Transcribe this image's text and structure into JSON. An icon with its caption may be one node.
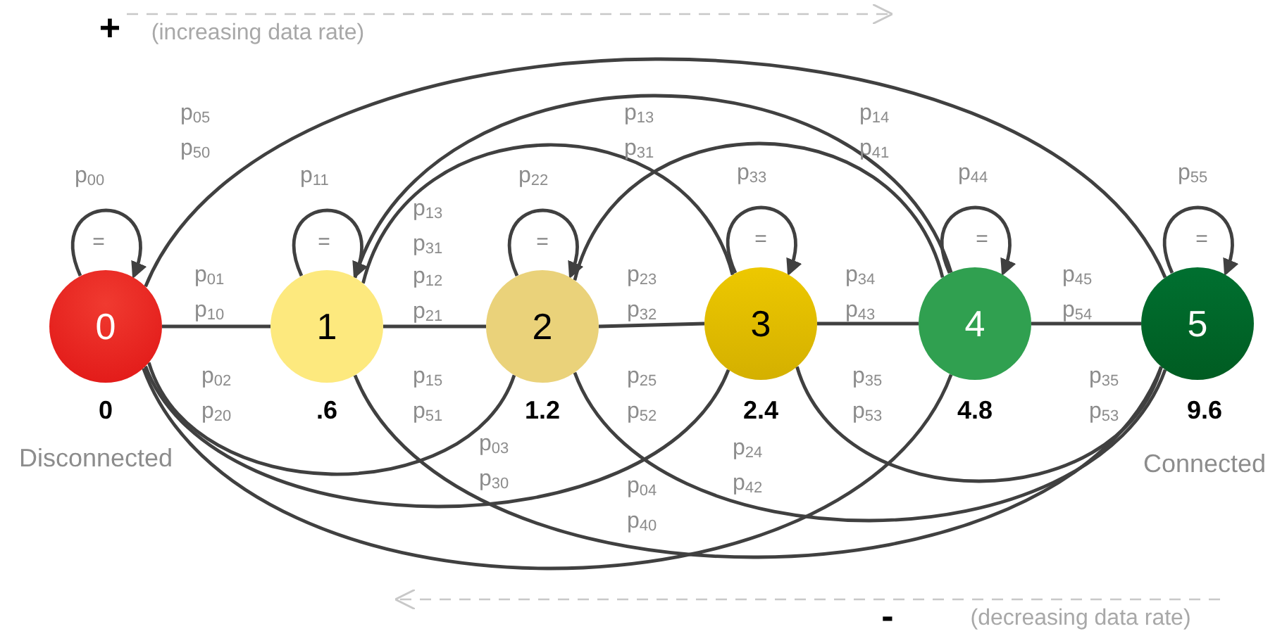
{
  "diagram": {
    "nodes": [
      {
        "text": [
          "0"
        ],
        "beside": [
          "0",
          "Disconnected"
        ]
      },
      {
        "text": [
          "1"
        ],
        "beside": [
          ".6"
        ]
      },
      {
        "text": [
          "2"
        ],
        "beside": [
          "1.2"
        ]
      },
      {
        "text": [
          "3"
        ],
        "beside": [
          "2.4"
        ]
      },
      {
        "text": [
          "4"
        ],
        "beside": [
          "4.8"
        ]
      },
      {
        "text": [
          "5"
        ],
        "beside": [
          "9.6",
          "Connected"
        ]
      }
    ],
    "edges": [
      {
        "from": 0,
        "to": 0,
        "arrow": "to",
        "label": "p$_{00}$"
      },
      {
        "from": 1,
        "to": 1,
        "arrow": "to",
        "label": "p$_{11}$"
      },
      {
        "from": 2,
        "to": 2,
        "arrow": "to",
        "label": "p$_{22}$"
      },
      {
        "from": 3,
        "to": 3,
        "arrow": "to",
        "label": "p$_{33}$"
      },
      {
        "from": 4,
        "to": 4,
        "arrow": "to",
        "label": "p$_{44}$"
      },
      {
        "from": 5,
        "to": 5,
        "arrow": "to",
        "label": "p$_{55}$"
      },
      {
        "from": 0,
        "to": 1,
        "arrow": "none",
        "label": "p$_{01}$ p$_{10}$"
      },
      {
        "from": 1,
        "to": 2,
        "arrow": "none",
        "label": "p$_{12}$ p$_{21}$"
      },
      {
        "from": 2,
        "to": 3,
        "arrow": "none",
        "label": "p$_{23}$ p$_{32}$"
      },
      {
        "from": 3,
        "to": 4,
        "arrow": "none",
        "label": "p$_{34}$ p$_{43}$"
      },
      {
        "from": 4,
        "to": 5,
        "arrow": "none",
        "label": "p$_{45}$ p$_{54}$"
      },
      {
        "from": 0,
        "to": 5,
        "arrow": "none",
        "label": "p$_{05}$ p$_{50}$"
      },
      {
        "from": 1,
        "to": 3,
        "arrow": "none",
        "label": "p$_{13}$ p$_{31}$"
      },
      {
        "from": 1,
        "to": 4,
        "arrow": "none",
        "label": "p$_{14}$ p$_{41}$"
      },
      {
        "from": 2,
        "to": 4,
        "arrow": "none"
      },
      {
        "from": 0,
        "to": 2,
        "arrow": "none",
        "label": "p$_{02}$ p$_{20}$"
      },
      {
        "from": 0,
        "to": 3,
        "arrow": "none",
        "label": "p$_{03}$ p$_{30}$"
      },
      {
        "from": 0,
        "to": 4,
        "arrow": "none",
        "label": "p$_{04}$ p$_{40}$"
      },
      {
        "from": 1,
        "to": 5,
        "arrow": "none",
        "label": "p$_{15}$ p$_{51}$"
      },
      {
        "from": 2,
        "to": 5,
        "arrow": "none",
        "label": "p$_{25}$ p$_{52}$"
      },
      {
        "from": 3,
        "to": 5,
        "arrow": "none",
        "label": "p$_{35}$ p$_{53}$"
      }
    ],
    "labels": [
      "+",
      "(increasing data rate)",
      "=",
      "=",
      "=",
      "=",
      "=",
      "=",
      "p$_{13}$ p$_{31}$",
      "p$_{24}$ p$_{42}$",
      "p$_{35}$ p$_{53}$",
      "-",
      "(decreasing data rate)"
    ]
  }
}
